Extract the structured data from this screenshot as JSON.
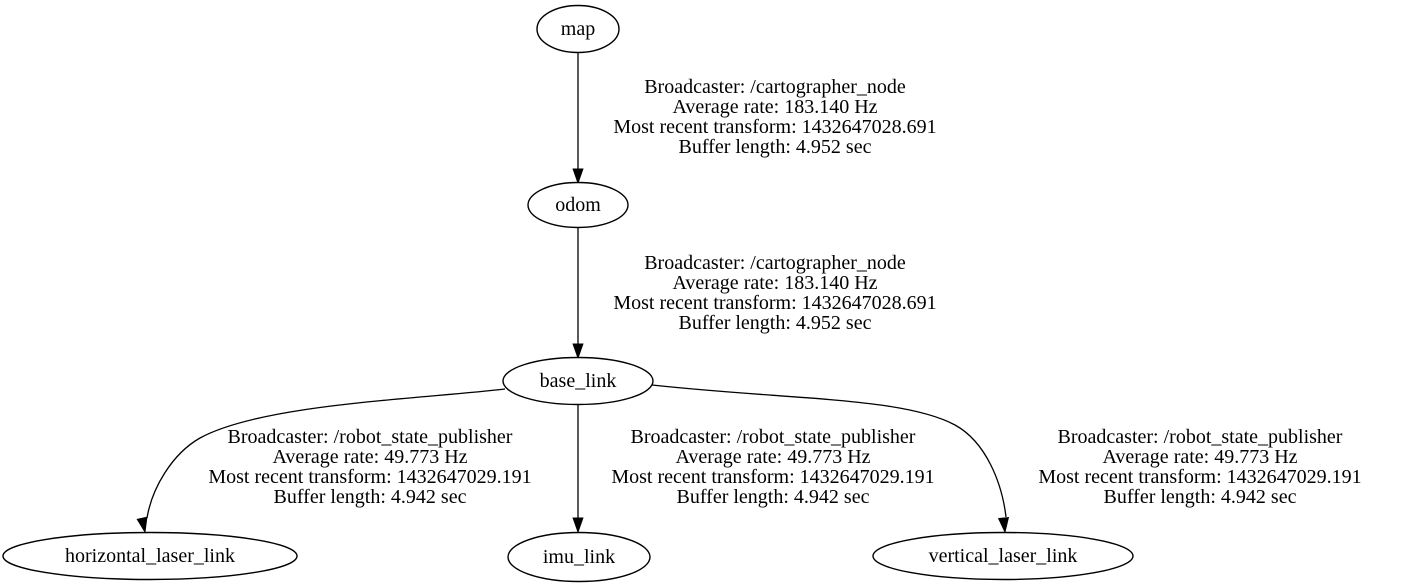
{
  "diagram": {
    "type": "ros-tf-frames-tree",
    "colors": {
      "background": "#ffffff",
      "stroke": "#000000",
      "text": "#000000"
    },
    "nodes": [
      {
        "label": "map"
      },
      {
        "label": "odom"
      },
      {
        "label": "base_link"
      },
      {
        "label": "horizontal_laser_link"
      },
      {
        "label": "imu_link"
      },
      {
        "label": "vertical_laser_link"
      }
    ],
    "edges": [
      {
        "from": "map",
        "to": "odom",
        "lines": [
          "Broadcaster: /cartographer_node",
          "Average rate: 183.140 Hz",
          "Most recent transform: 1432647028.691",
          "Buffer length: 4.952 sec"
        ]
      },
      {
        "from": "odom",
        "to": "base_link",
        "lines": [
          "Broadcaster: /cartographer_node",
          "Average rate: 183.140 Hz",
          "Most recent transform: 1432647028.691",
          "Buffer length: 4.952 sec"
        ]
      },
      {
        "from": "base_link",
        "to": "horizontal_laser_link",
        "lines": [
          "Broadcaster: /robot_state_publisher",
          "Average rate: 49.773 Hz",
          "Most recent transform: 1432647029.191",
          "Buffer length: 4.942 sec"
        ]
      },
      {
        "from": "base_link",
        "to": "imu_link",
        "lines": [
          "Broadcaster: /robot_state_publisher",
          "Average rate: 49.773 Hz",
          "Most recent transform: 1432647029.191",
          "Buffer length: 4.942 sec"
        ]
      },
      {
        "from": "base_link",
        "to": "vertical_laser_link",
        "lines": [
          "Broadcaster: /robot_state_publisher",
          "Average rate: 49.773 Hz",
          "Most recent transform: 1432647029.191",
          "Buffer length: 4.942 sec"
        ]
      }
    ]
  }
}
